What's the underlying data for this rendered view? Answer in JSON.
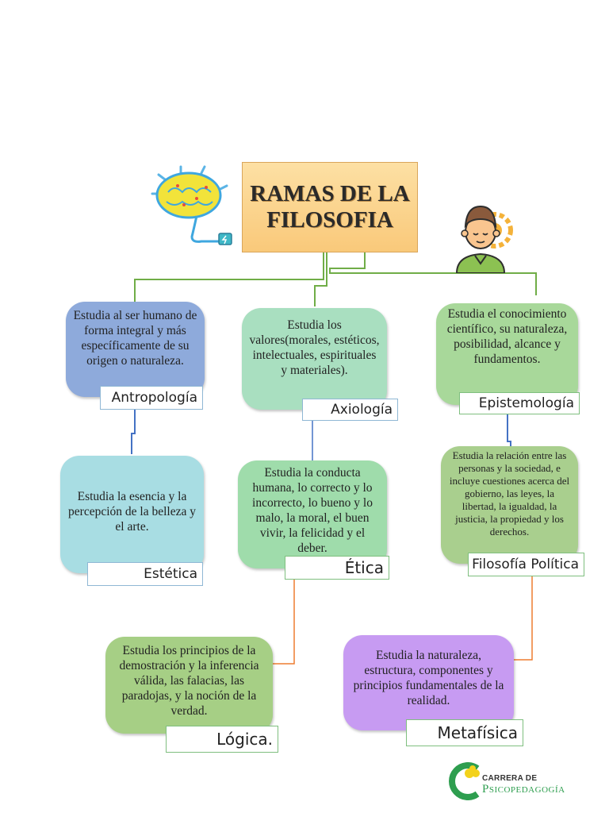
{
  "title": "RAMAS DE LA\nFILOSOFIA",
  "branches": {
    "antropologia": {
      "desc": "Estudia al ser humano de forma integral y más específicamente de su origen o naturaleza.",
      "label": "Antropología"
    },
    "axiologia": {
      "desc": "Estudia los valores(morales, estéticos, intelectuales, espirituales y materiales).",
      "label": "Axiología"
    },
    "epistemologia": {
      "desc": "Estudia el conocimiento científico, su naturaleza, posibilidad, alcance y fundamentos.",
      "label": "Epistemología"
    },
    "estetica": {
      "desc": "Estudia la esencia y la percepción de la belleza y el arte.",
      "label": "Estética"
    },
    "etica": {
      "desc": "Estudia la conducta humana, lo correcto y lo incorrecto, lo bueno y lo malo, la moral, el buen vivir, la felicidad y el deber.",
      "label": "Ética"
    },
    "politica": {
      "desc": "Estudia la relación entre las personas y la sociedad, e incluye cuestiones acerca del gobierno, las leyes, la libertad, la igualdad, la justicia, la propiedad y los derechos.",
      "label": "Filosofía Política"
    },
    "logica": {
      "desc": "Estudia los principios de la demostración y la inferencia válida, las falacias, las paradojas, y la noción de la verdad.",
      "label": "Lógica."
    },
    "metafisica": {
      "desc": "Estudia la naturaleza, estructura, componentes y principios fundamentales de la realidad.",
      "label": "Metafísica"
    }
  },
  "logo": {
    "line1": "CARRERA DE",
    "line2": "Psicopedagogía"
  },
  "colors": {
    "title_bg": "#fbd38f",
    "antropologia": "#8eaadb",
    "axiologia": "#a9dfc0",
    "epistemologia": "#a8d89a",
    "estetica": "#a8dde3",
    "etica": "#9fdcab",
    "politica": "#a9cf8e",
    "logica": "#a6cf85",
    "metafisica": "#c79bf2",
    "connector_green": "#70ad47",
    "connector_blue": "#4472c4",
    "connector_orange": "#ed7d31"
  },
  "icons": {
    "brain": "brain-plug-icon",
    "thinker": "thinking-person-icon",
    "logo": "psicopedagogia-logo-icon"
  }
}
